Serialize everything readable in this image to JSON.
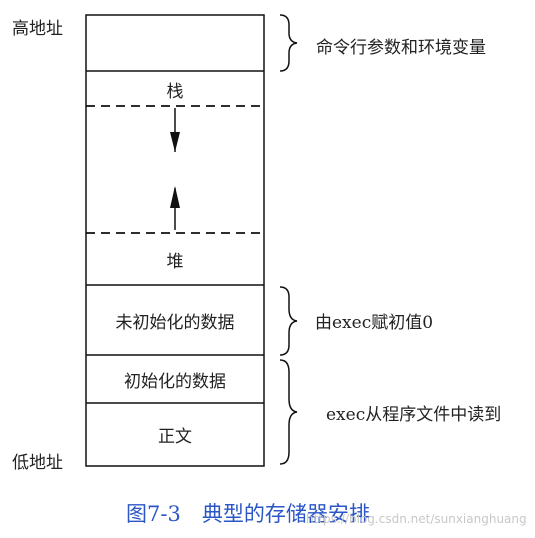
{
  "labels": {
    "high_addr": "高地址",
    "low_addr": "低地址"
  },
  "segments": {
    "env": "",
    "stack": "栈",
    "heap": "堆",
    "bss": "未初始化的数据",
    "data": "初始化的数据",
    "text": "正文"
  },
  "annotations": {
    "env": "命令行参数和环境变量",
    "bss": "由exec赋初值0",
    "exec": "exec从程序文件中读到"
  },
  "caption": "图7-3　典型的存储器安排",
  "watermark": "https://blog.csdn.net/sunxianghuang"
}
